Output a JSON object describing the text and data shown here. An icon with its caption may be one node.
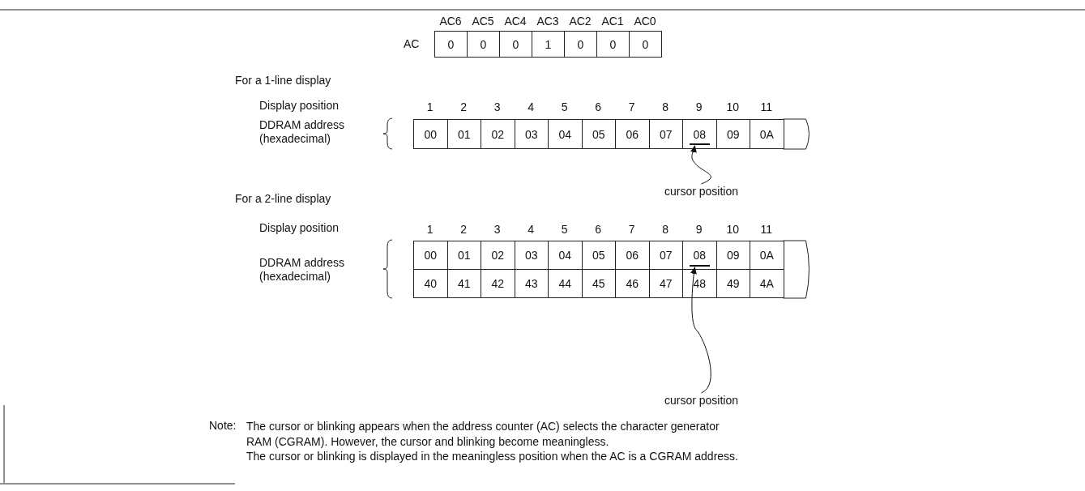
{
  "diagram": {
    "nodes": [
      {
        "text": [
          "cursor position"
        ]
      },
      {
        "text": [],
        "shape": "bar"
      },
      {
        "text": [
          "cursor position"
        ]
      },
      {
        "text": [],
        "shape": "bar"
      }
    ],
    "edges": [
      {
        "from": 0,
        "to": 1,
        "arrow": "to"
      },
      {
        "from": 2,
        "to": 3,
        "arrow": "to"
      }
    ],
    "labels": [
      "AC6",
      "AC5",
      "AC4",
      "AC3",
      "AC2",
      "AC1",
      "AC0",
      "AC",
      "0",
      "0",
      "0",
      "1",
      "0",
      "0",
      "0",
      "For a 1-line display",
      "Display position",
      "1",
      "2",
      "3",
      "4",
      "5",
      "6",
      "7",
      "8",
      "9",
      "10",
      "11",
      "DDRAM address (hexadecimal)",
      "00",
      "01",
      "02",
      "03",
      "04",
      "05",
      "06",
      "07",
      "08",
      "09",
      "0A",
      "For a 2-line display",
      "Display position",
      "1",
      "2",
      "3",
      "4",
      "5",
      "6",
      "7",
      "8",
      "9",
      "10",
      "11",
      "DDRAM address (hexadecimal)",
      "00",
      "01",
      "02",
      "03",
      "04",
      "05",
      "06",
      "07",
      "08",
      "09",
      "0A",
      "40",
      "41",
      "42",
      "43",
      "44",
      "45",
      "46",
      "47",
      "48",
      "49",
      "4A",
      "Note:",
      "The cursor or blinking appears when the address counter (AC) selects the character generator RAM (CGRAM). However, the cursor and blinking become meaningless.",
      "The cursor or blinking is displayed in the meaningless position when the AC is a CGRAM address."
    ]
  }
}
